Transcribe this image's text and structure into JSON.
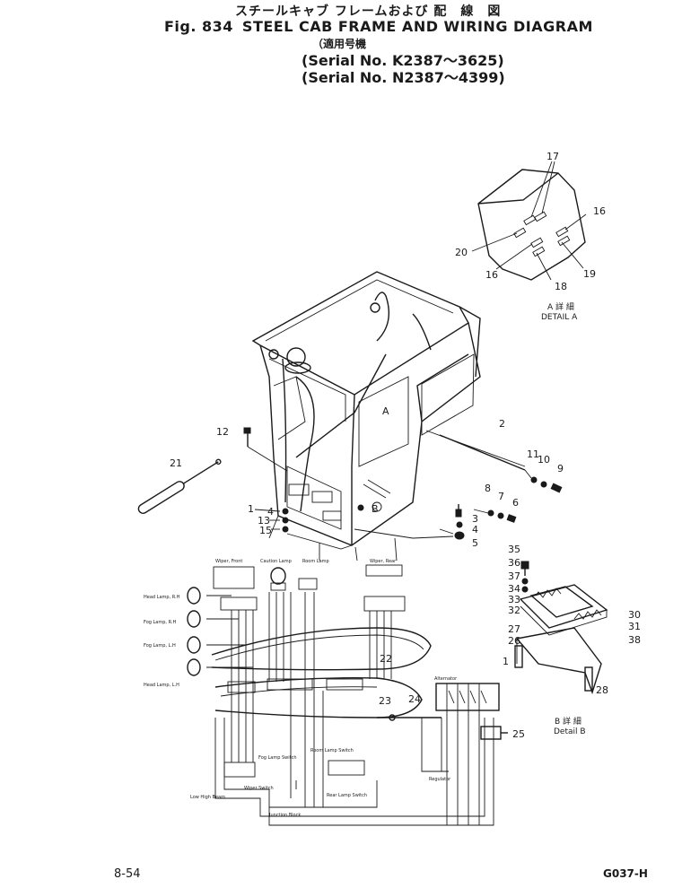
{
  "header": {
    "jp_title": "スチールキャブ フレームおよび 配　線　図",
    "fig_label": "Fig. 834",
    "title": "STEEL CAB FRAME AND WIRING DIAGRAM",
    "jp_serial": "（適用号機",
    "serial_1": "(Serial No. K2387～3625)",
    "serial_2": "(Serial No. N2387～4399)"
  },
  "detail_a": {
    "jp": "A 詳 細",
    "label": "DETAIL A"
  },
  "detail_b": {
    "jp": "B 詳 細",
    "label": "Detail B"
  },
  "callouts": {
    "c1a": "1",
    "c1b": "1",
    "c2": "2",
    "c3": "3",
    "c4": "4",
    "c5": "5",
    "c6": "6",
    "c7": "7",
    "c8": "8",
    "c9": "9",
    "c10": "10",
    "c11": "11",
    "c12": "12",
    "c13": "13",
    "c15": "15",
    "c16a": "16",
    "c16b": "16",
    "c17": "17",
    "c18": "18",
    "c19": "19",
    "c20": "20",
    "c21": "21",
    "c22": "22",
    "c23": "23",
    "c24": "24",
    "c25": "25",
    "c26": "26",
    "c27": "27",
    "c28": "28",
    "c30": "30",
    "c31": "31",
    "c32": "32",
    "c33": "33",
    "c34": "34",
    "c35": "35",
    "c36": "36",
    "c37": "37",
    "c38": "38",
    "cA": "A",
    "cB": "B"
  },
  "wiring_labels": {
    "head_lamp_rh": "Head Lamp, R.H",
    "fog_lamp_rh": "Fog Lamp, R.H",
    "fog_lamp_lh": "Fog Lamp, L.H",
    "head_lamp_lh": "Head Lamp, L.H",
    "wiper_front": "Wiper, Front",
    "caution_lamp": "Caution Lamp",
    "room_lamp": "Room Lamp",
    "wiper_rear": "Wiper, Rear",
    "alternator": "Alternator",
    "regulator": "Regulator",
    "fog_lamp_switch": "Fog Lamp Switch",
    "wiper_switch": "Wiper Switch",
    "low_high_beam": "Low High Beam",
    "room_lamp_switch": "Room Lamp Switch",
    "rear_lamp_switch": "Rear Lamp Switch",
    "junction_block": "Junction Block"
  },
  "footer": {
    "page": "8-54",
    "code": "G037-H"
  }
}
